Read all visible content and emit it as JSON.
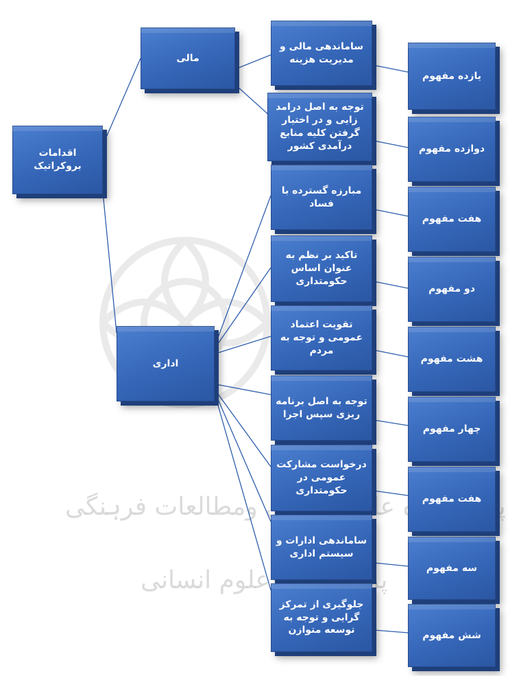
{
  "root": {
    "label": "اقدامات بروکراتیک"
  },
  "groups": {
    "mali": {
      "label": "مالی"
    },
    "edari": {
      "label": "اداری"
    }
  },
  "actions": [
    {
      "label": "ساماندهی مالی و مدیریت هزینه"
    },
    {
      "label": "توجه به اصل درامد زایی و در اختیار گرفتن کلیه منابع درآمدی کشور"
    },
    {
      "label": "مبارزه گسترده با فساد"
    },
    {
      "label": "تاکید بر نظم به عنوان اساس حکومتداری"
    },
    {
      "label": "تقویت اعتماد عمومی و توجه به مردم"
    },
    {
      "label": "توجه به اصل برنامه ریزی سپس اجرا"
    },
    {
      "label": "درخواست مشارکت عمومی در حکومتداری"
    },
    {
      "label": "ساماندهی ادارات و سیستم اداری"
    },
    {
      "label": "جلوگیری از تمرکز گرایی و توجه به توسعه متوازن"
    }
  ],
  "concepts": [
    {
      "label": "یازده مفهوم"
    },
    {
      "label": "دوازده مفهوم"
    },
    {
      "label": "هفت مفهوم"
    },
    {
      "label": "دو مفهوم"
    },
    {
      "label": "هشت مفهوم"
    },
    {
      "label": "چهار مفهوم"
    },
    {
      "label": "هفت مفهوم"
    },
    {
      "label": "سه مفهوم"
    },
    {
      "label": "شش مفهوم"
    }
  ],
  "watermark": {
    "line1": "پژوہشگاه علوم انسانی ومطالعات فرہنگی",
    "line2": "پرتال جامع علوم انسانی"
  },
  "colors": {
    "box": "#3566b8",
    "box_side": "#1f3f7a",
    "line": "#2f5fae",
    "text": "#ffffff"
  }
}
